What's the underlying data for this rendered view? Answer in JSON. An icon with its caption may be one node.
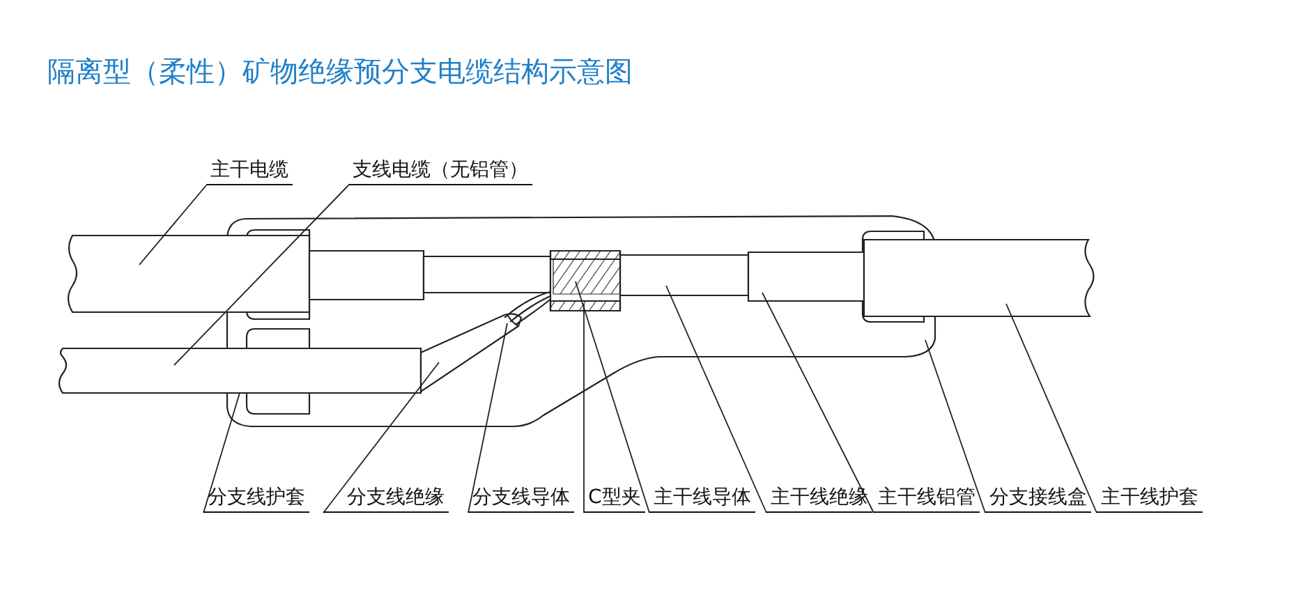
{
  "diagram": {
    "title": "隔离型（柔性）矿物绝缘预分支电缆结构示意图",
    "nodes": [
      {
        "text": [
          "主干电缆"
        ]
      },
      {
        "text": [
          "支线电缆（无铝管）"
        ]
      },
      {
        "text": [
          "分支线护套"
        ]
      },
      {
        "text": [
          "分支线绝缘"
        ]
      },
      {
        "text": [
          "分支线导体"
        ]
      },
      {
        "text": [
          "C型夹"
        ]
      },
      {
        "text": [
          "主干线导体"
        ]
      },
      {
        "text": [
          "主干线绝缘"
        ]
      },
      {
        "text": [
          "主干线铝管"
        ]
      },
      {
        "text": [
          "分支接线盒"
        ]
      },
      {
        "text": [
          "主干线护套"
        ]
      }
    ],
    "edges": [
      {
        "from": 0,
        "to": null,
        "arrow": "none"
      },
      {
        "from": 1,
        "to": null,
        "arrow": "none"
      },
      {
        "from": 2,
        "to": null,
        "arrow": "none"
      },
      {
        "from": 3,
        "to": null,
        "arrow": "none"
      },
      {
        "from": 4,
        "to": null,
        "arrow": "none"
      },
      {
        "from": 5,
        "to": null,
        "arrow": "none"
      },
      {
        "from": 6,
        "to": null,
        "arrow": "none"
      },
      {
        "from": 7,
        "to": null,
        "arrow": "none"
      },
      {
        "from": 8,
        "to": null,
        "arrow": "none"
      },
      {
        "from": 9,
        "to": null,
        "arrow": "none"
      },
      {
        "from": 10,
        "to": null,
        "arrow": "none"
      }
    ]
  }
}
